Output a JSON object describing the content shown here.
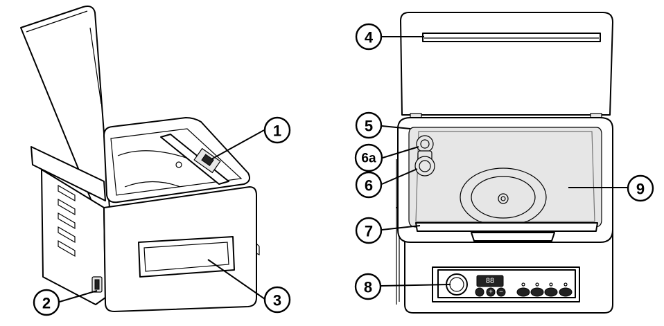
{
  "callouts": [
    {
      "label": "1"
    },
    {
      "label": "2"
    },
    {
      "label": "3"
    },
    {
      "label": "4"
    },
    {
      "label": "5"
    },
    {
      "label": "6a"
    },
    {
      "label": "6"
    },
    {
      "label": "7"
    },
    {
      "label": "8"
    },
    {
      "label": "9"
    }
  ],
  "control_panel": {
    "display_digits": "88",
    "buttons": [
      "",
      "",
      "",
      ""
    ]
  },
  "colors": {
    "line": "#000000",
    "background": "#ffffff",
    "panel": "#222222"
  }
}
